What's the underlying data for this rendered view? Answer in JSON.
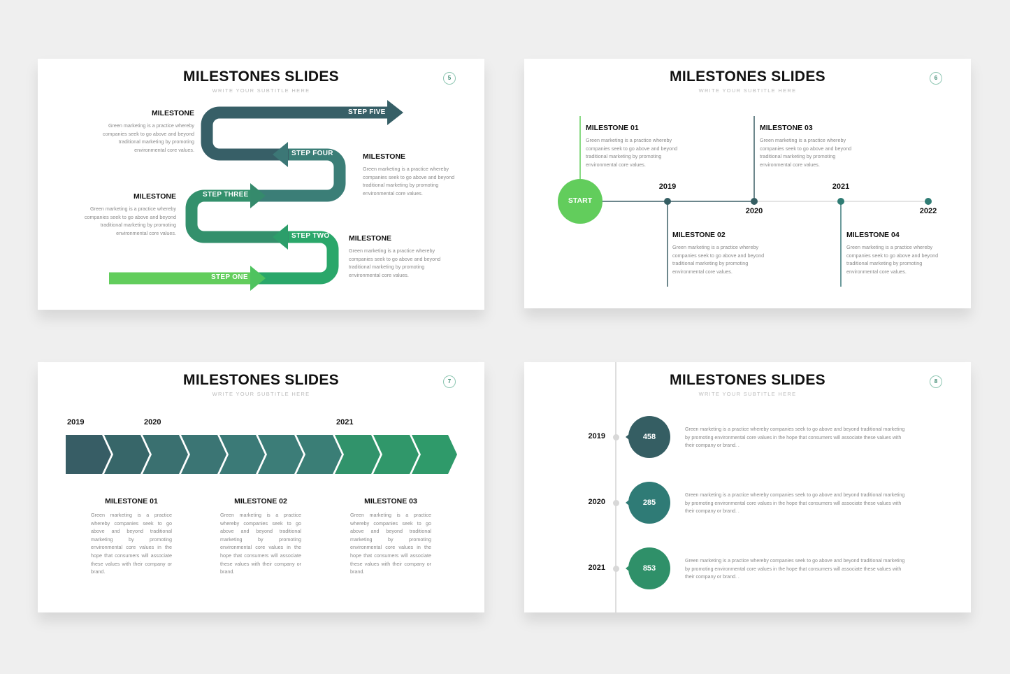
{
  "slides": [
    {
      "title": "MILESTONES SLIDES",
      "subtitle": "WRITE YOUR SUBTITLE HERE",
      "page": "5",
      "steps": [
        "STEP ONE",
        "STEP TWO",
        "STEP THREE",
        "STEP FOUR",
        "STEP FIVE"
      ],
      "milestones": [
        {
          "heading": "MILESTONE",
          "lines": [
            "Green marketing is a practice whereby",
            "companies seek to go above and beyond",
            "traditional marketing by promoting",
            "environmental core values."
          ]
        },
        {
          "heading": "MILESTONE",
          "lines": [
            "Green marketing is a practice whereby",
            "companies seek to go above and beyond",
            "traditional marketing by promoting",
            "environmental core values."
          ]
        },
        {
          "heading": "MILESTONE",
          "lines": [
            "Green marketing is a practice whereby",
            "companies seek to go above and beyond",
            "traditional marketing by promoting",
            "environmental core values."
          ]
        },
        {
          "heading": "MILESTONE",
          "lines": [
            "Green marketing is a practice whereby",
            "companies seek to go above and beyond",
            "traditional marketing by promoting",
            "environmental core values."
          ]
        }
      ]
    },
    {
      "title": "MILESTONES SLIDES",
      "subtitle": "WRITE YOUR SUBTITLE HERE",
      "page": "6",
      "start": "START",
      "years": [
        "2019",
        "2020",
        "2021",
        "2022"
      ],
      "milestones": [
        {
          "heading": "MILESTONE 01",
          "lines": [
            "Green marketing is a practice whereby",
            "companies seek to go above and beyond",
            "traditional marketing by promoting",
            "environmental core values."
          ]
        },
        {
          "heading": "MILESTONE 02",
          "lines": [
            "Green marketing is a practice whereby",
            "companies seek to go above and beyond",
            "traditional marketing by promoting",
            "environmental core values."
          ]
        },
        {
          "heading": "MILESTONE 03",
          "lines": [
            "Green marketing is a practice whereby",
            "companies seek to go above and beyond",
            "traditional marketing by promoting",
            "environmental core values."
          ]
        },
        {
          "heading": "MILESTONE 04",
          "lines": [
            "Green marketing is a practice whereby",
            "companies seek to go above and beyond",
            "traditional marketing by promoting",
            "environmental core values."
          ]
        }
      ]
    },
    {
      "title": "MILESTONES SLIDES",
      "subtitle": "WRITE YOUR SUBTITLE HERE",
      "page": "7",
      "years": [
        "2019",
        "2020",
        "2021"
      ],
      "milestones": [
        {
          "heading": "MILESTONE 01",
          "text": "Green marketing is a practice whereby companies seek to go above and beyond traditional marketing by promoting environmental core values in the hope that consumers will associate these values with their company or brand."
        },
        {
          "heading": "MILESTONE 02",
          "text": "Green marketing is a practice whereby companies seek to go above and beyond traditional marketing by promoting environmental core values in the hope that consumers will associate these values with their company or brand."
        },
        {
          "heading": "MILESTONE 03",
          "text": "Green marketing is a practice whereby companies seek to go above and beyond traditional marketing by promoting environmental core values in the hope that consumers will associate these values with their company or brand."
        }
      ]
    },
    {
      "title": "MILESTONES SLIDES",
      "subtitle": "WRITE YOUR SUBTITLE HERE",
      "page": "8",
      "rows": [
        {
          "year": "2019",
          "value": "458",
          "color": "#355e63",
          "text": "Green marketing is a practice whereby companies seek to go above and beyond traditional marketing by promoting environmental core values in the hope that consumers will associate these values with their company or brand. ."
        },
        {
          "year": "2020",
          "value": "285",
          "color": "#2f7b76",
          "text": "Green marketing is a practice whereby companies seek to go above and beyond traditional marketing by promoting environmental core values in the hope that consumers will associate these values with their company or brand. ."
        },
        {
          "year": "2021",
          "value": "853",
          "color": "#2f9069",
          "text": "Green marketing is a practice whereby companies seek to go above and beyond traditional marketing by promoting environmental core values in the hope that consumers will associate these values with their company or brand. ."
        }
      ]
    }
  ],
  "colors": {
    "dark": "#365f66",
    "teal": "#3b7a78",
    "green": "#2f9a6a",
    "light_green": "#62cd5c"
  }
}
